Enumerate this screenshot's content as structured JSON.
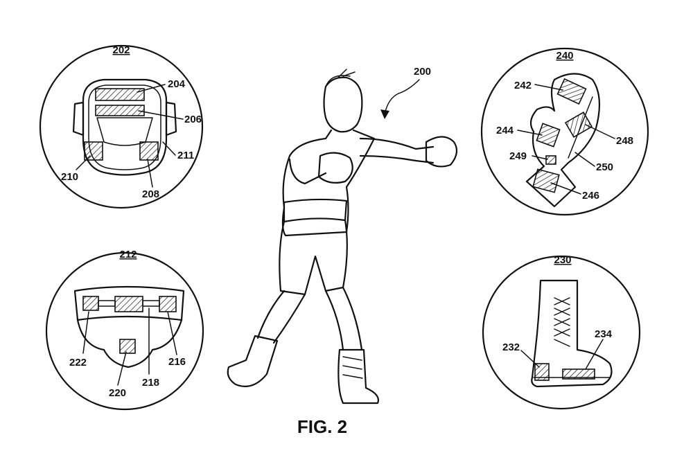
{
  "figure": {
    "caption": "FIG. 2",
    "main_ref": "200"
  },
  "panels": {
    "headgear": {
      "ref": "202",
      "labels": [
        "204",
        "206",
        "211",
        "210",
        "208"
      ]
    },
    "glove": {
      "ref": "240",
      "labels": [
        "242",
        "244",
        "248",
        "249",
        "250",
        "246"
      ]
    },
    "belt": {
      "ref": "212",
      "labels": [
        "222",
        "218",
        "216",
        "220"
      ]
    },
    "shoe": {
      "ref": "230",
      "labels": [
        "232",
        "234"
      ]
    }
  }
}
